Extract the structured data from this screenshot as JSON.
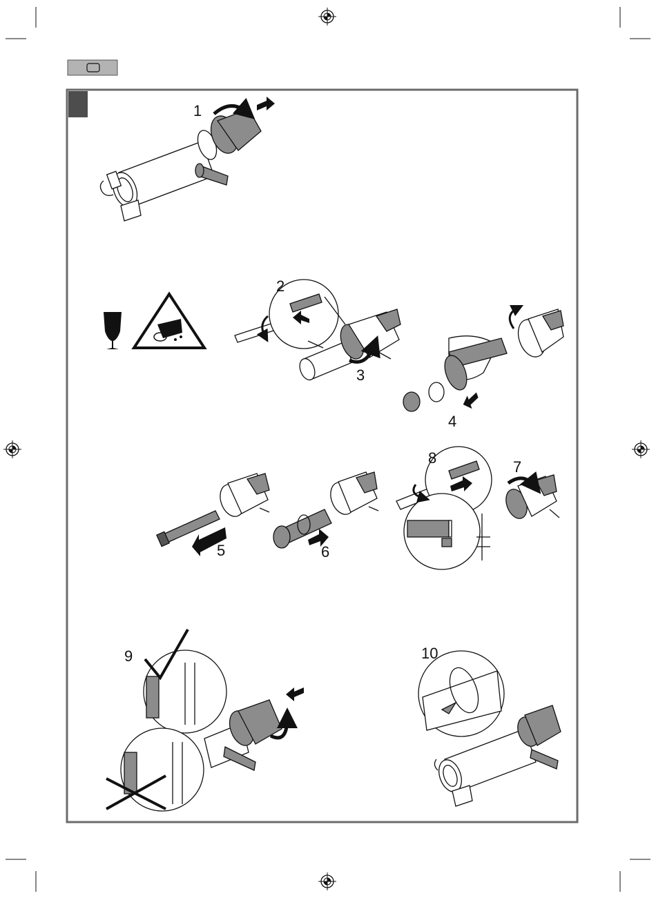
{
  "steps": {
    "s1": "1",
    "s2": "2",
    "s3": "3",
    "s4": "4",
    "s5": "5",
    "s6": "6",
    "s7": "7",
    "s8": "8",
    "s9": "9",
    "s10": "10"
  },
  "icons": {
    "page_tab": "device-tab-icon",
    "fragile": "fragile-glass-icon",
    "warning": "hand-injury-warning-icon",
    "registration": "registration-mark-icon",
    "check": "correct-check-icon",
    "cross": "incorrect-cross-icon"
  },
  "colors": {
    "frame": "#6b6b6b",
    "corner_tab": "#4d4d4d",
    "header_tab": "#b3b3b3",
    "ink": "#111111",
    "gray_part": "#8c8c8c"
  }
}
